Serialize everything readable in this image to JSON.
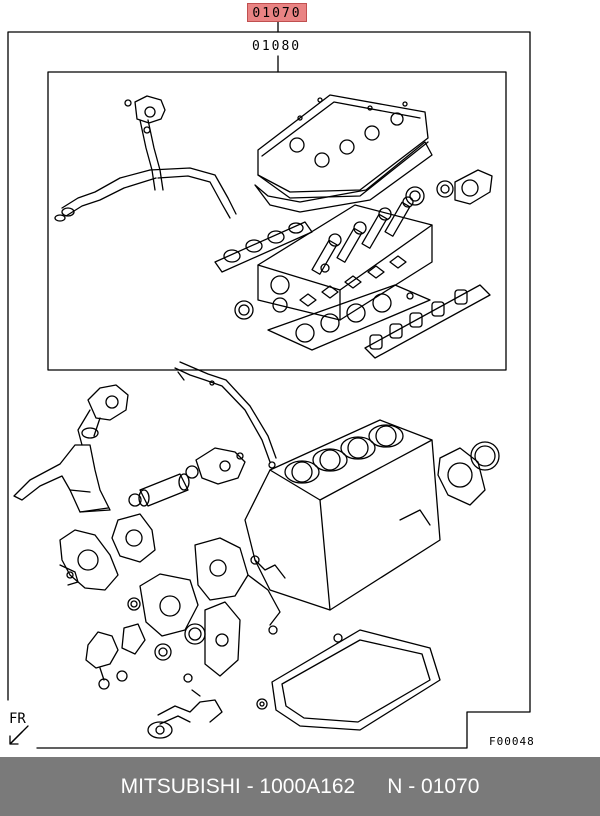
{
  "callouts": {
    "main": "01070",
    "sub": "01080"
  },
  "direction_label": "FR",
  "figure_code": "F00048",
  "footer": {
    "left": "MITSUBISHI - 1000A162",
    "right": "N - 01070"
  },
  "colors": {
    "callout_fill": "#e98383",
    "footer_bg": "#7a7a7a",
    "footer_text": "#ffffff",
    "line": "#000000"
  }
}
